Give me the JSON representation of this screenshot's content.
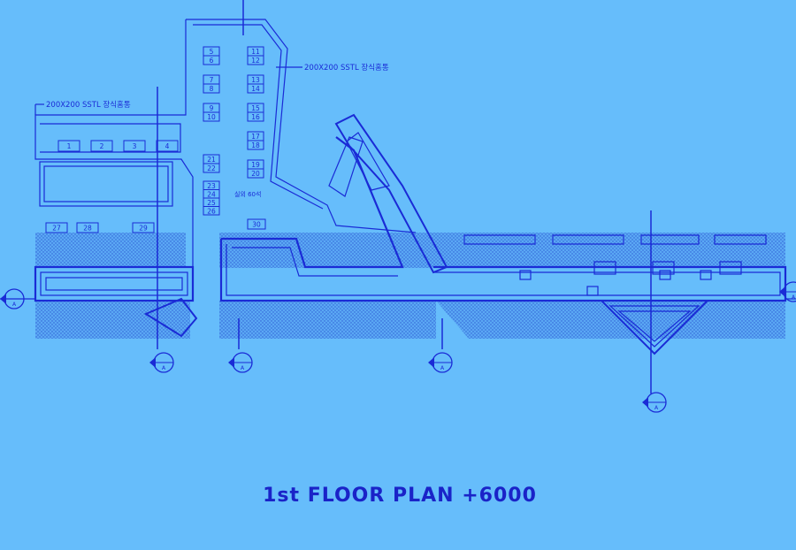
{
  "title": "1st FLOOR PLAN +6000",
  "notes": {
    "rail_top": "200X200 SSTL 장식홈통",
    "rail_left": "200X200 SSTL 장식홈통",
    "seats": "실외 60석"
  },
  "tables": {
    "column_a": [
      "5",
      "6",
      "7",
      "8",
      "9",
      "10"
    ],
    "column_b": [
      "11",
      "12",
      "13",
      "14",
      "15",
      "16",
      "17",
      "18",
      "19",
      "20"
    ],
    "row_top": [
      "1",
      "2",
      "3",
      "4"
    ],
    "column_c": [
      "21",
      "22",
      "23",
      "24",
      "25",
      "26"
    ],
    "row_bottom": [
      "27",
      "28",
      "29"
    ],
    "single": "30"
  },
  "section_markers": [
    "A",
    "A",
    "A",
    "A",
    "A",
    "A"
  ],
  "colors": {
    "background": "#66bdfb",
    "line": "#1a2bd6",
    "hatch": "#2f5fd9",
    "title": "#1a23c8"
  }
}
